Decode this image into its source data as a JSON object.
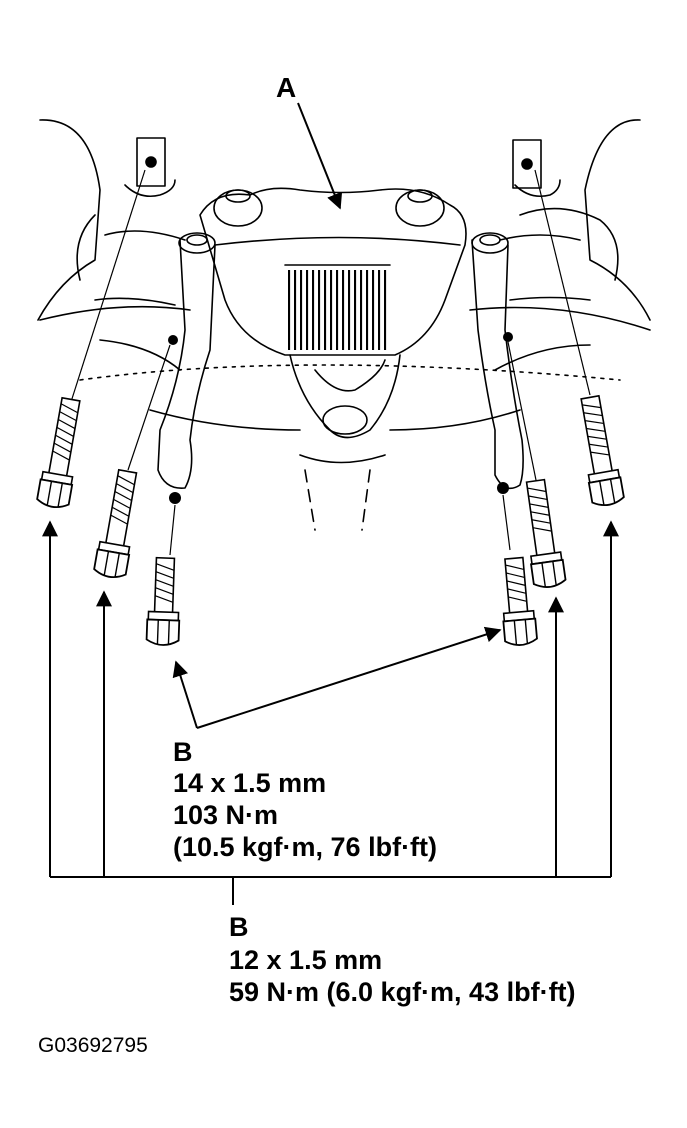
{
  "callouts": {
    "a": {
      "letter": "A"
    },
    "b_upper": {
      "letter": "B",
      "size": "14 x 1.5 mm",
      "torque_nm": "103 N·m",
      "torque_alt": "(10.5 kgf·m, 76 lbf·ft)"
    },
    "b_lower": {
      "letter": "B",
      "size": "12 x 1.5 mm",
      "torque": "59 N·m (6.0 kgf·m, 43 lbf·ft)"
    }
  },
  "figure_id": "G03692795"
}
